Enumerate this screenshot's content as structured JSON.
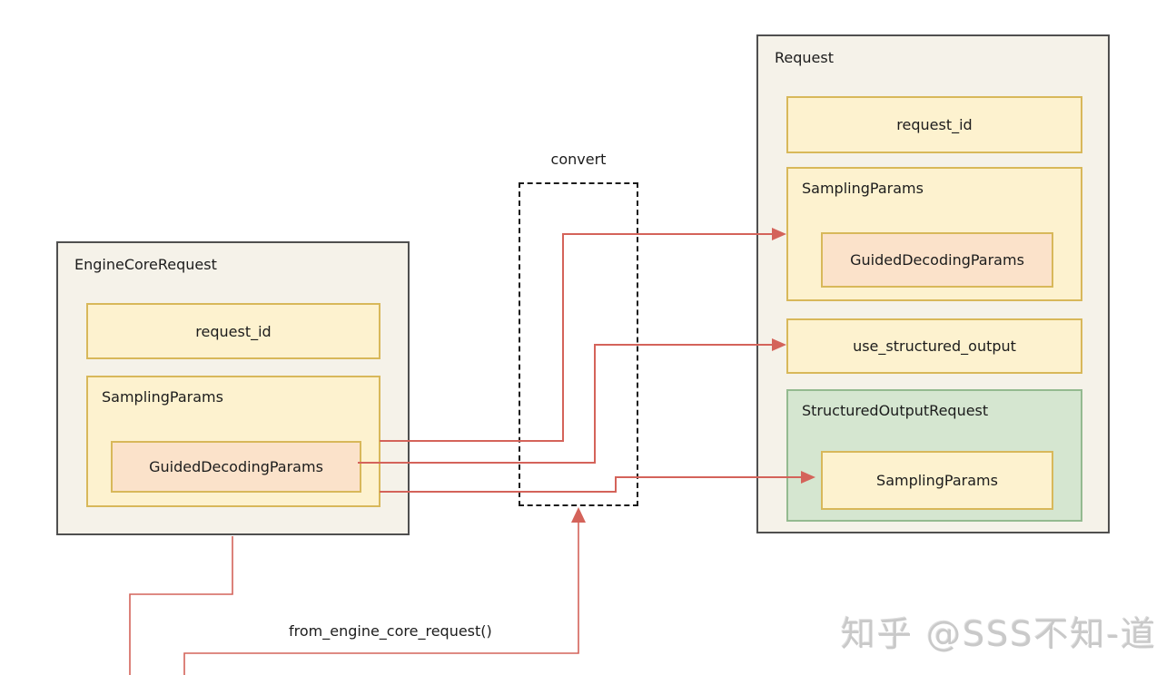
{
  "engine_core_request": {
    "title": "EngineCoreRequest",
    "request_id": "request_id",
    "sampling_params": "SamplingParams",
    "guided_decoding_params": "GuidedDecodingParams"
  },
  "convert": {
    "label": "convert"
  },
  "request": {
    "title": "Request",
    "request_id": "request_id",
    "sampling_params": "SamplingParams",
    "guided_decoding_params": "GuidedDecodingParams",
    "use_structured_output": "use_structured_output",
    "structured_output_request": "StructuredOutputRequest",
    "inner_sampling_params": "SamplingParams"
  },
  "annotations": {
    "from_engine_core_request": "from_engine_core_request()"
  },
  "watermark": "知乎 @SSS不知-道",
  "colors": {
    "arrow": "#d4635a",
    "outer_fill": "#f5f2e9",
    "outer_border": "#4f4f4f",
    "yellow_fill": "#fdf2cf",
    "yellow_border": "#d8b85a",
    "peach_fill": "#fbe2ca",
    "green_fill": "#d5e6d0",
    "green_border": "#94ba90",
    "watermark": "#c9c9c9"
  }
}
